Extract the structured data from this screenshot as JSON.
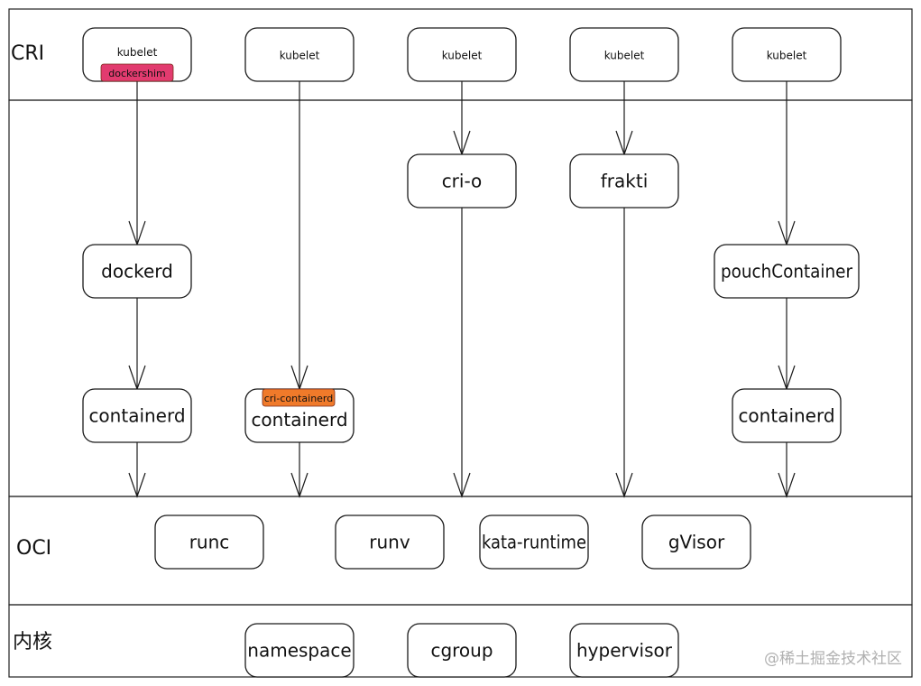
{
  "layers": [
    {
      "id": "cri",
      "label": "CRI"
    },
    {
      "id": "oci",
      "label": "OCI"
    },
    {
      "id": "kernel",
      "label": "内核"
    }
  ],
  "nodes": [
    {
      "id": "kubelet1",
      "label": "kubelet",
      "small": true,
      "tag": {
        "label": "dockershim",
        "color": "#e23b6f"
      }
    },
    {
      "id": "kubelet2",
      "label": "kubelet",
      "small": true
    },
    {
      "id": "kubelet3",
      "label": "kubelet",
      "small": true
    },
    {
      "id": "kubelet4",
      "label": "kubelet",
      "small": true
    },
    {
      "id": "kubelet5",
      "label": "kubelet",
      "small": true
    },
    {
      "id": "crio",
      "label": "cri-o"
    },
    {
      "id": "frakti",
      "label": "frakti"
    },
    {
      "id": "dockerd",
      "label": "dockerd"
    },
    {
      "id": "pouch",
      "label": "pouchContainer"
    },
    {
      "id": "containerd1",
      "label": "containerd"
    },
    {
      "id": "containerd2",
      "label": "containerd",
      "tag": {
        "label": "cri-containerd",
        "color": "#f07a2a"
      }
    },
    {
      "id": "containerd3",
      "label": "containerd"
    },
    {
      "id": "runc",
      "label": "runc"
    },
    {
      "id": "runv",
      "label": "runv"
    },
    {
      "id": "kata",
      "label": "kata-runtime"
    },
    {
      "id": "gvisor",
      "label": "gVisor"
    },
    {
      "id": "namespace",
      "label": "namespace"
    },
    {
      "id": "cgroup",
      "label": "cgroup"
    },
    {
      "id": "hypervisor",
      "label": "hypervisor"
    }
  ],
  "edges": [
    {
      "from": "kubelet1",
      "to": "dockerd"
    },
    {
      "from": "dockerd",
      "to": "containerd1"
    },
    {
      "from": "containerd1",
      "to": "layer:oci"
    },
    {
      "from": "kubelet2",
      "to": "containerd2"
    },
    {
      "from": "containerd2",
      "to": "layer:oci"
    },
    {
      "from": "kubelet3",
      "to": "crio"
    },
    {
      "from": "crio",
      "to": "layer:oci"
    },
    {
      "from": "kubelet4",
      "to": "frakti"
    },
    {
      "from": "frakti",
      "to": "layer:oci"
    },
    {
      "from": "kubelet5",
      "to": "pouch"
    },
    {
      "from": "pouch",
      "to": "containerd3"
    },
    {
      "from": "containerd3",
      "to": "layer:oci"
    }
  ],
  "watermark": "@稀土掘金技术社区",
  "colors": {
    "stroke": "#1a1a1a",
    "dockershim": "#e23b6f",
    "cri_containerd": "#f07a2a",
    "watermark": "#b0b0b0"
  }
}
